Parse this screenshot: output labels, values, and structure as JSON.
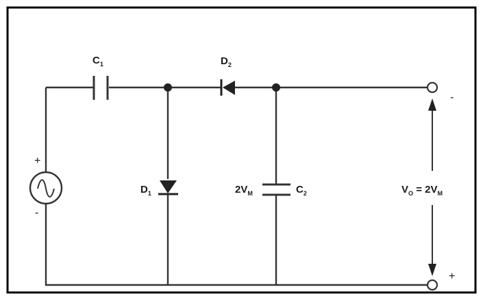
{
  "labels": {
    "c1": {
      "main": "C",
      "sub": "1"
    },
    "d2": {
      "main": "D",
      "sub": "2"
    },
    "d1": {
      "main": "D",
      "sub": "1"
    },
    "c2": {
      "main": "C",
      "sub": "2"
    },
    "c2_voltage": {
      "prefix": "2V",
      "sub": "M"
    },
    "output": {
      "main": "V",
      "sub": "O",
      "eq": " = 2V",
      "eq_sub": "M"
    }
  },
  "signs": {
    "source_plus": "+",
    "source_minus": "-",
    "out_top": "-",
    "out_bottom": "+"
  },
  "colors": {
    "frame": "#000000",
    "wire": "#333333",
    "text": "#1a1a1a"
  }
}
